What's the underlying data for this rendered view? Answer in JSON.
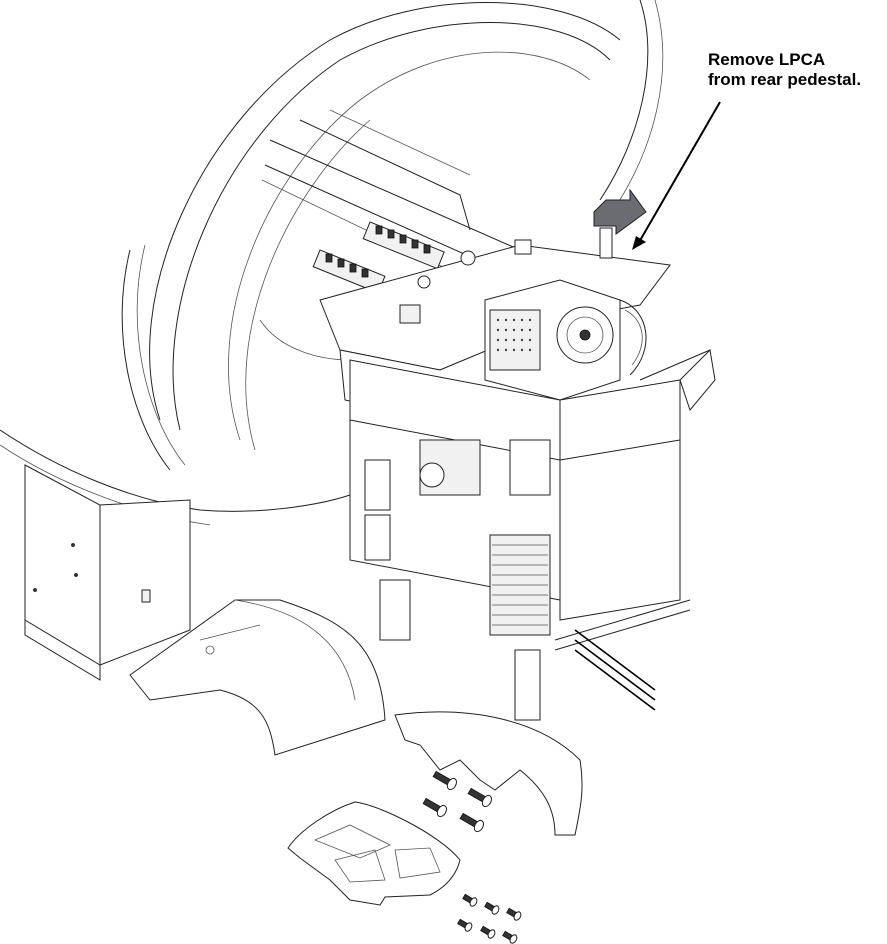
{
  "figure": {
    "type": "exploded-assembly-illustration",
    "callout": {
      "line1": "Remove LPCA",
      "line2": "from rear pedestal."
    },
    "parts": [
      {
        "name": "gantry-ring",
        "label": ""
      },
      {
        "name": "rear-pedestal-frame",
        "label": ""
      },
      {
        "name": "lpca-assembly",
        "label": ""
      },
      {
        "name": "side-pedestal-cabinet",
        "label": ""
      },
      {
        "name": "cable-cover",
        "label": ""
      },
      {
        "name": "arc-plate",
        "label": ""
      },
      {
        "name": "bottom-cover-plate",
        "label": ""
      },
      {
        "name": "large-screws",
        "count": 4
      },
      {
        "name": "small-screws",
        "count": 6
      }
    ],
    "arrow": {
      "direction": "up-right",
      "color": "#6b6b72"
    }
  }
}
